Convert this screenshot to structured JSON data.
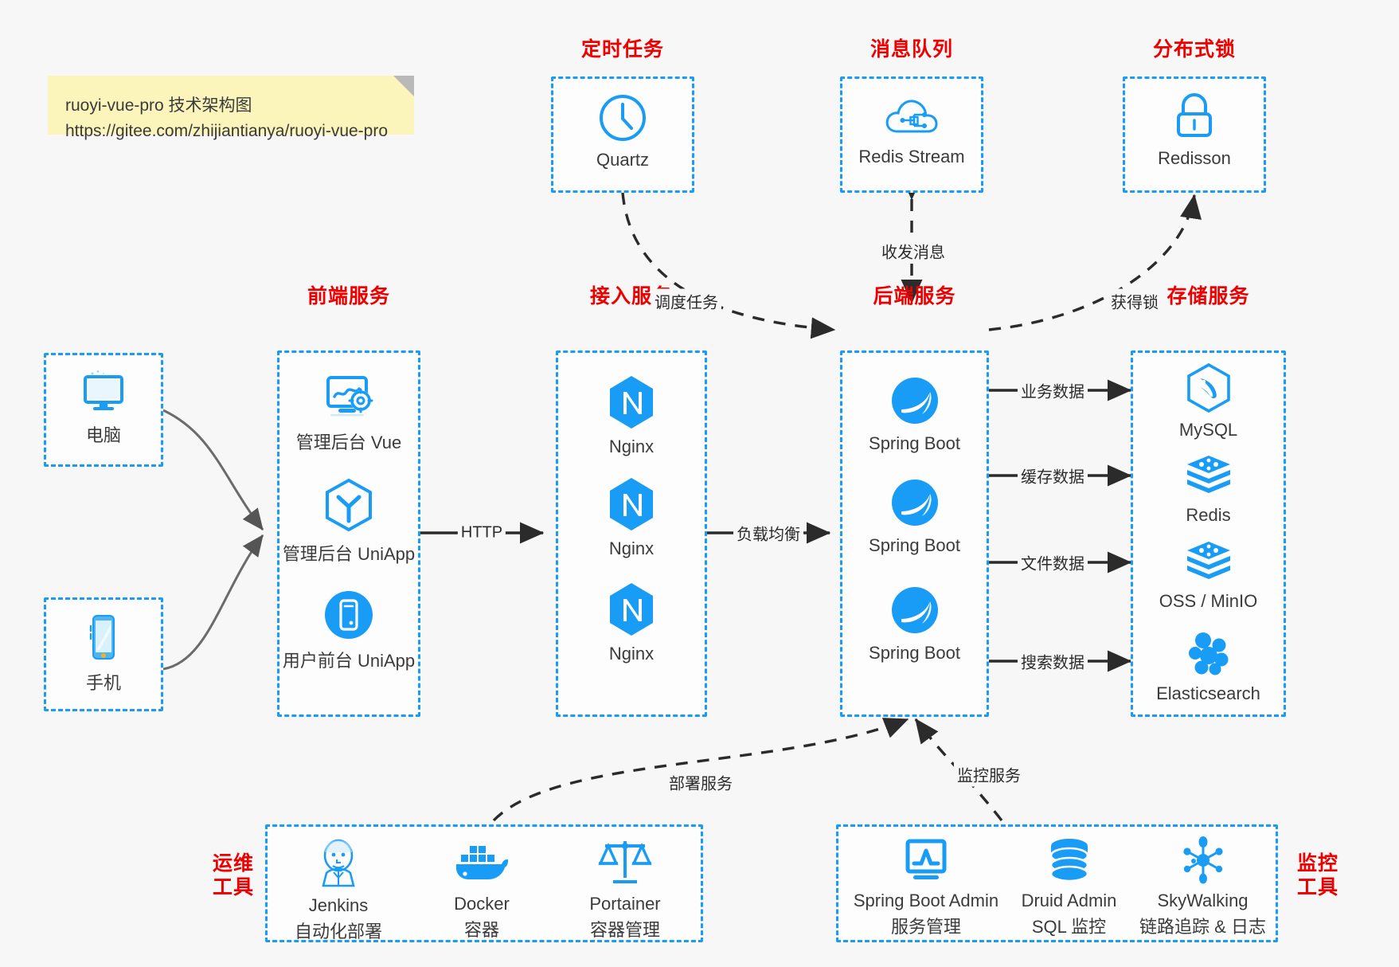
{
  "note": {
    "line1": "ruoyi-vue-pro 技术架构图",
    "line2": "https://gitee.com/zhijiantianya/ruoyi-vue-pro"
  },
  "colors": {
    "accent": "#189cf5",
    "caption": "#ee0000",
    "background": "#f7f7f7",
    "note": "#fbf4bb",
    "text": "#3b3b3b",
    "wire": "#2b2b2b"
  },
  "captions": {
    "scheduled_task": "定时任务",
    "message_queue": "消息队列",
    "distributed_lock": "分布式锁",
    "frontend_service": "前端服务",
    "gateway_service": "接入服务",
    "backend_service": "后端服务",
    "storage_service": "存储服务",
    "devops_tools_line1": "运维",
    "devops_tools_line2": "工具",
    "monitor_tools_line1": "监控",
    "monitor_tools_line2": "工具"
  },
  "groups": {
    "scheduled_task": {
      "nodes": [
        {
          "label": "Quartz",
          "icon": "clock-icon"
        }
      ]
    },
    "message_queue": {
      "nodes": [
        {
          "label": "Redis Stream",
          "icon": "cloud-stream-icon"
        }
      ]
    },
    "distributed_lock": {
      "nodes": [
        {
          "label": "Redisson",
          "icon": "lock-icon"
        }
      ]
    },
    "clients": {
      "nodes": [
        {
          "label": "电脑",
          "icon": "desktop-icon"
        },
        {
          "label": "手机",
          "icon": "phone-icon"
        }
      ]
    },
    "frontend_service": {
      "nodes": [
        {
          "label": "管理后台 Vue",
          "icon": "dashboard-gear-icon"
        },
        {
          "label": "管理后台 UniApp",
          "icon": "uniapp-hex-icon"
        },
        {
          "label": "用户前台 UniApp",
          "icon": "mobile-circle-icon"
        }
      ]
    },
    "gateway_service": {
      "nodes": [
        {
          "label": "Nginx",
          "icon": "nginx-icon"
        },
        {
          "label": "Nginx",
          "icon": "nginx-icon"
        },
        {
          "label": "Nginx",
          "icon": "nginx-icon"
        }
      ]
    },
    "backend_service": {
      "nodes": [
        {
          "label": "Spring Boot",
          "icon": "spring-boot-icon"
        },
        {
          "label": "Spring Boot",
          "icon": "spring-boot-icon"
        },
        {
          "label": "Spring Boot",
          "icon": "spring-boot-icon"
        }
      ]
    },
    "storage_service": {
      "nodes": [
        {
          "label": "MySQL",
          "icon": "mysql-icon"
        },
        {
          "label": "Redis",
          "icon": "redis-icon"
        },
        {
          "label": "OSS / MinIO",
          "icon": "oss-icon"
        },
        {
          "label": "Elasticsearch",
          "icon": "elasticsearch-icon"
        }
      ]
    },
    "devops_tools": {
      "nodes": [
        {
          "label": "Jenkins",
          "sublabel": "自动化部署",
          "icon": "jenkins-icon"
        },
        {
          "label": "Docker",
          "sublabel": "容器",
          "icon": "docker-icon"
        },
        {
          "label": "Portainer",
          "sublabel": "容器管理",
          "icon": "scales-icon"
        }
      ]
    },
    "monitor_tools": {
      "nodes": [
        {
          "label": "Spring Boot Admin",
          "sublabel": "服务管理",
          "icon": "monitor-chart-icon"
        },
        {
          "label": "Druid Admin",
          "sublabel": "SQL 监控",
          "icon": "database-icon"
        },
        {
          "label": "SkyWalking",
          "sublabel": "链路追踪 & 日志",
          "icon": "skywalking-icon"
        }
      ]
    }
  },
  "edges": [
    {
      "label": "HTTP",
      "from": "frontend_service",
      "to": "gateway_service"
    },
    {
      "label": "负载均衡",
      "from": "gateway_service",
      "to": "backend_service"
    },
    {
      "label": "业务数据",
      "from": "backend_service",
      "to": "MySQL"
    },
    {
      "label": "缓存数据",
      "from": "backend_service",
      "to": "Redis"
    },
    {
      "label": "文件数据",
      "from": "backend_service",
      "to": "OSS / MinIO"
    },
    {
      "label": "搜索数据",
      "from": "backend_service",
      "to": "Elasticsearch"
    },
    {
      "label": "调度任务",
      "from": "Quartz",
      "to": "backend_service"
    },
    {
      "label": "收发消息",
      "from": "Redis Stream",
      "to": "backend_service"
    },
    {
      "label": "获得锁",
      "from": "backend_service",
      "to": "Redisson"
    },
    {
      "label": "部署服务",
      "from": "devops_tools",
      "to": "backend_service"
    },
    {
      "label": "监控服务",
      "from": "monitor_tools",
      "to": "backend_service"
    }
  ]
}
